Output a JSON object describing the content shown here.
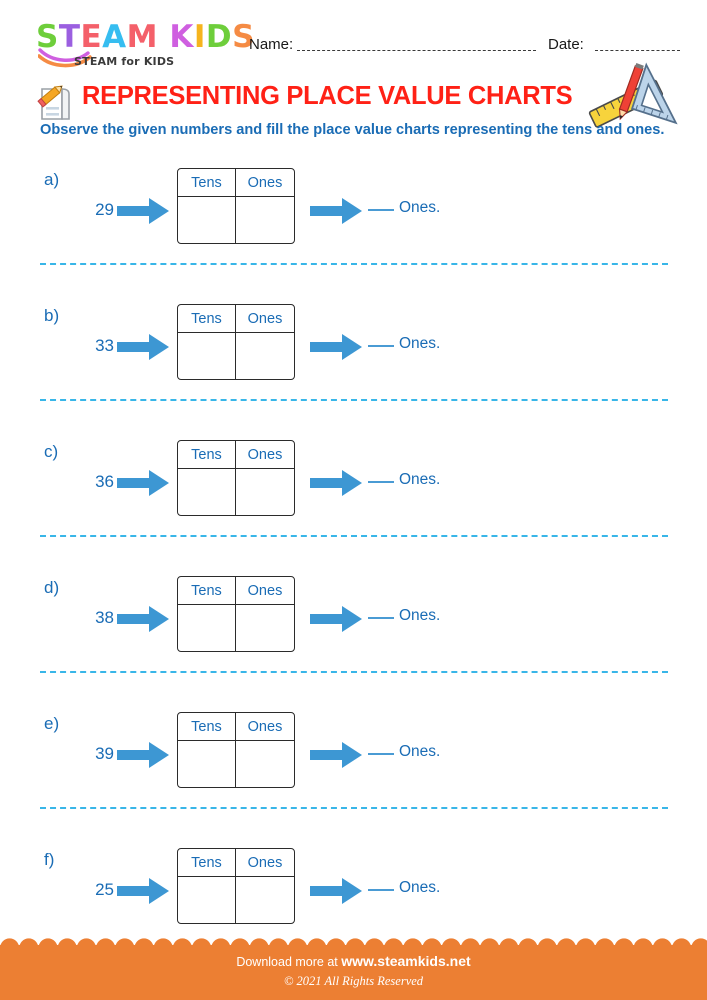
{
  "header": {
    "logo": {
      "letters": [
        {
          "ch": "S",
          "color": "#6ece3b"
        },
        {
          "ch": "T",
          "color": "#9b5fe0"
        },
        {
          "ch": "E",
          "color": "#f4606a"
        },
        {
          "ch": "A",
          "color": "#36bdf0"
        },
        {
          "ch": "M",
          "color": "#f4606a"
        },
        {
          "ch": " ",
          "color": "#ffffff"
        },
        {
          "ch": "K",
          "color": "#cf5fe0"
        },
        {
          "ch": "I",
          "color": "#f6b41e"
        },
        {
          "ch": "D",
          "color": "#6ece3b"
        },
        {
          "ch": "S",
          "color": "#f58b44"
        }
      ],
      "tagline": "STEAM for KIDS"
    },
    "name_label": "Name:",
    "date_label": "Date:"
  },
  "title": {
    "text": "REPRESENTING PLACE VALUE CHARTS",
    "color": "#ff2116"
  },
  "instructions": "Observe the given numbers and fill the place value charts representing the tens and ones.",
  "table_headers": {
    "tens": "Tens",
    "ones": "Ones"
  },
  "answer_suffix": "Ones.",
  "accent_color": "#1a6cb5",
  "arrow_color": "#3d97d3",
  "divider_color": "#38b6e8",
  "problems": [
    {
      "letter": "a)",
      "number": "29"
    },
    {
      "letter": "b)",
      "number": "33"
    },
    {
      "letter": "c)",
      "number": "36"
    },
    {
      "letter": "d)",
      "number": "38"
    },
    {
      "letter": "e)",
      "number": "39"
    },
    {
      "letter": "f)",
      "number": "25"
    }
  ],
  "footer": {
    "download_prefix": "Download more at",
    "site": "www.steamkids.net",
    "copyright": "© 2021 All Rights Reserved",
    "background": "#ec7f33"
  }
}
